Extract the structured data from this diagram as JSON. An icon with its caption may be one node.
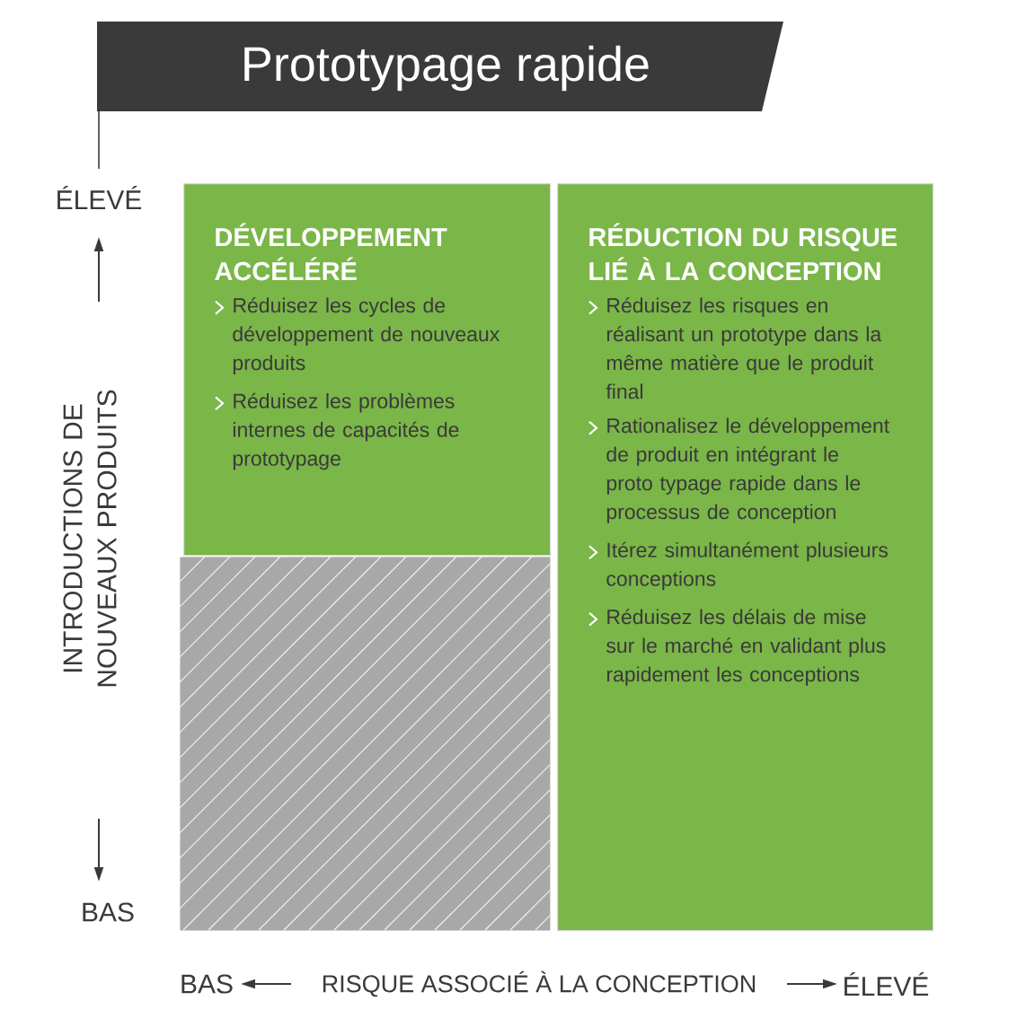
{
  "diagram": {
    "title": "Prototypage rapide",
    "nodes": [
      {
        "text": [
          "DÉVELOPPEMENT ACCÉLÉRÉ",
          "Réduisez les cycles de développement de nouveaux produits",
          "Réduisez les problèmes internes de capacités de prototypage"
        ]
      },
      {
        "text": [
          "RÉDUCTION DU RISQUE LIÉ À LA CONCEPTION",
          "Réduisez les risques en réalisant un prototype dans la même matière que le produit final",
          "Rationalisez le développement de produit en intégrant le proto typage rapide dans le processus de conception",
          "Itérez simultanément plusieurs conceptions",
          "Réduisez les délais de mise sur le marché en validant plus rapidement les conceptions"
        ]
      },
      {
        "text": [],
        "shape": "box"
      }
    ],
    "labels": [
      "ÉLEVÉ",
      "INTRODUCTIONS DE NOUVEAUX PRODUITS",
      "BAS",
      "BAS",
      "RISQUE ASSOCIÉ À LA CONCEPTION",
      "ÉLEVÉ"
    ]
  }
}
